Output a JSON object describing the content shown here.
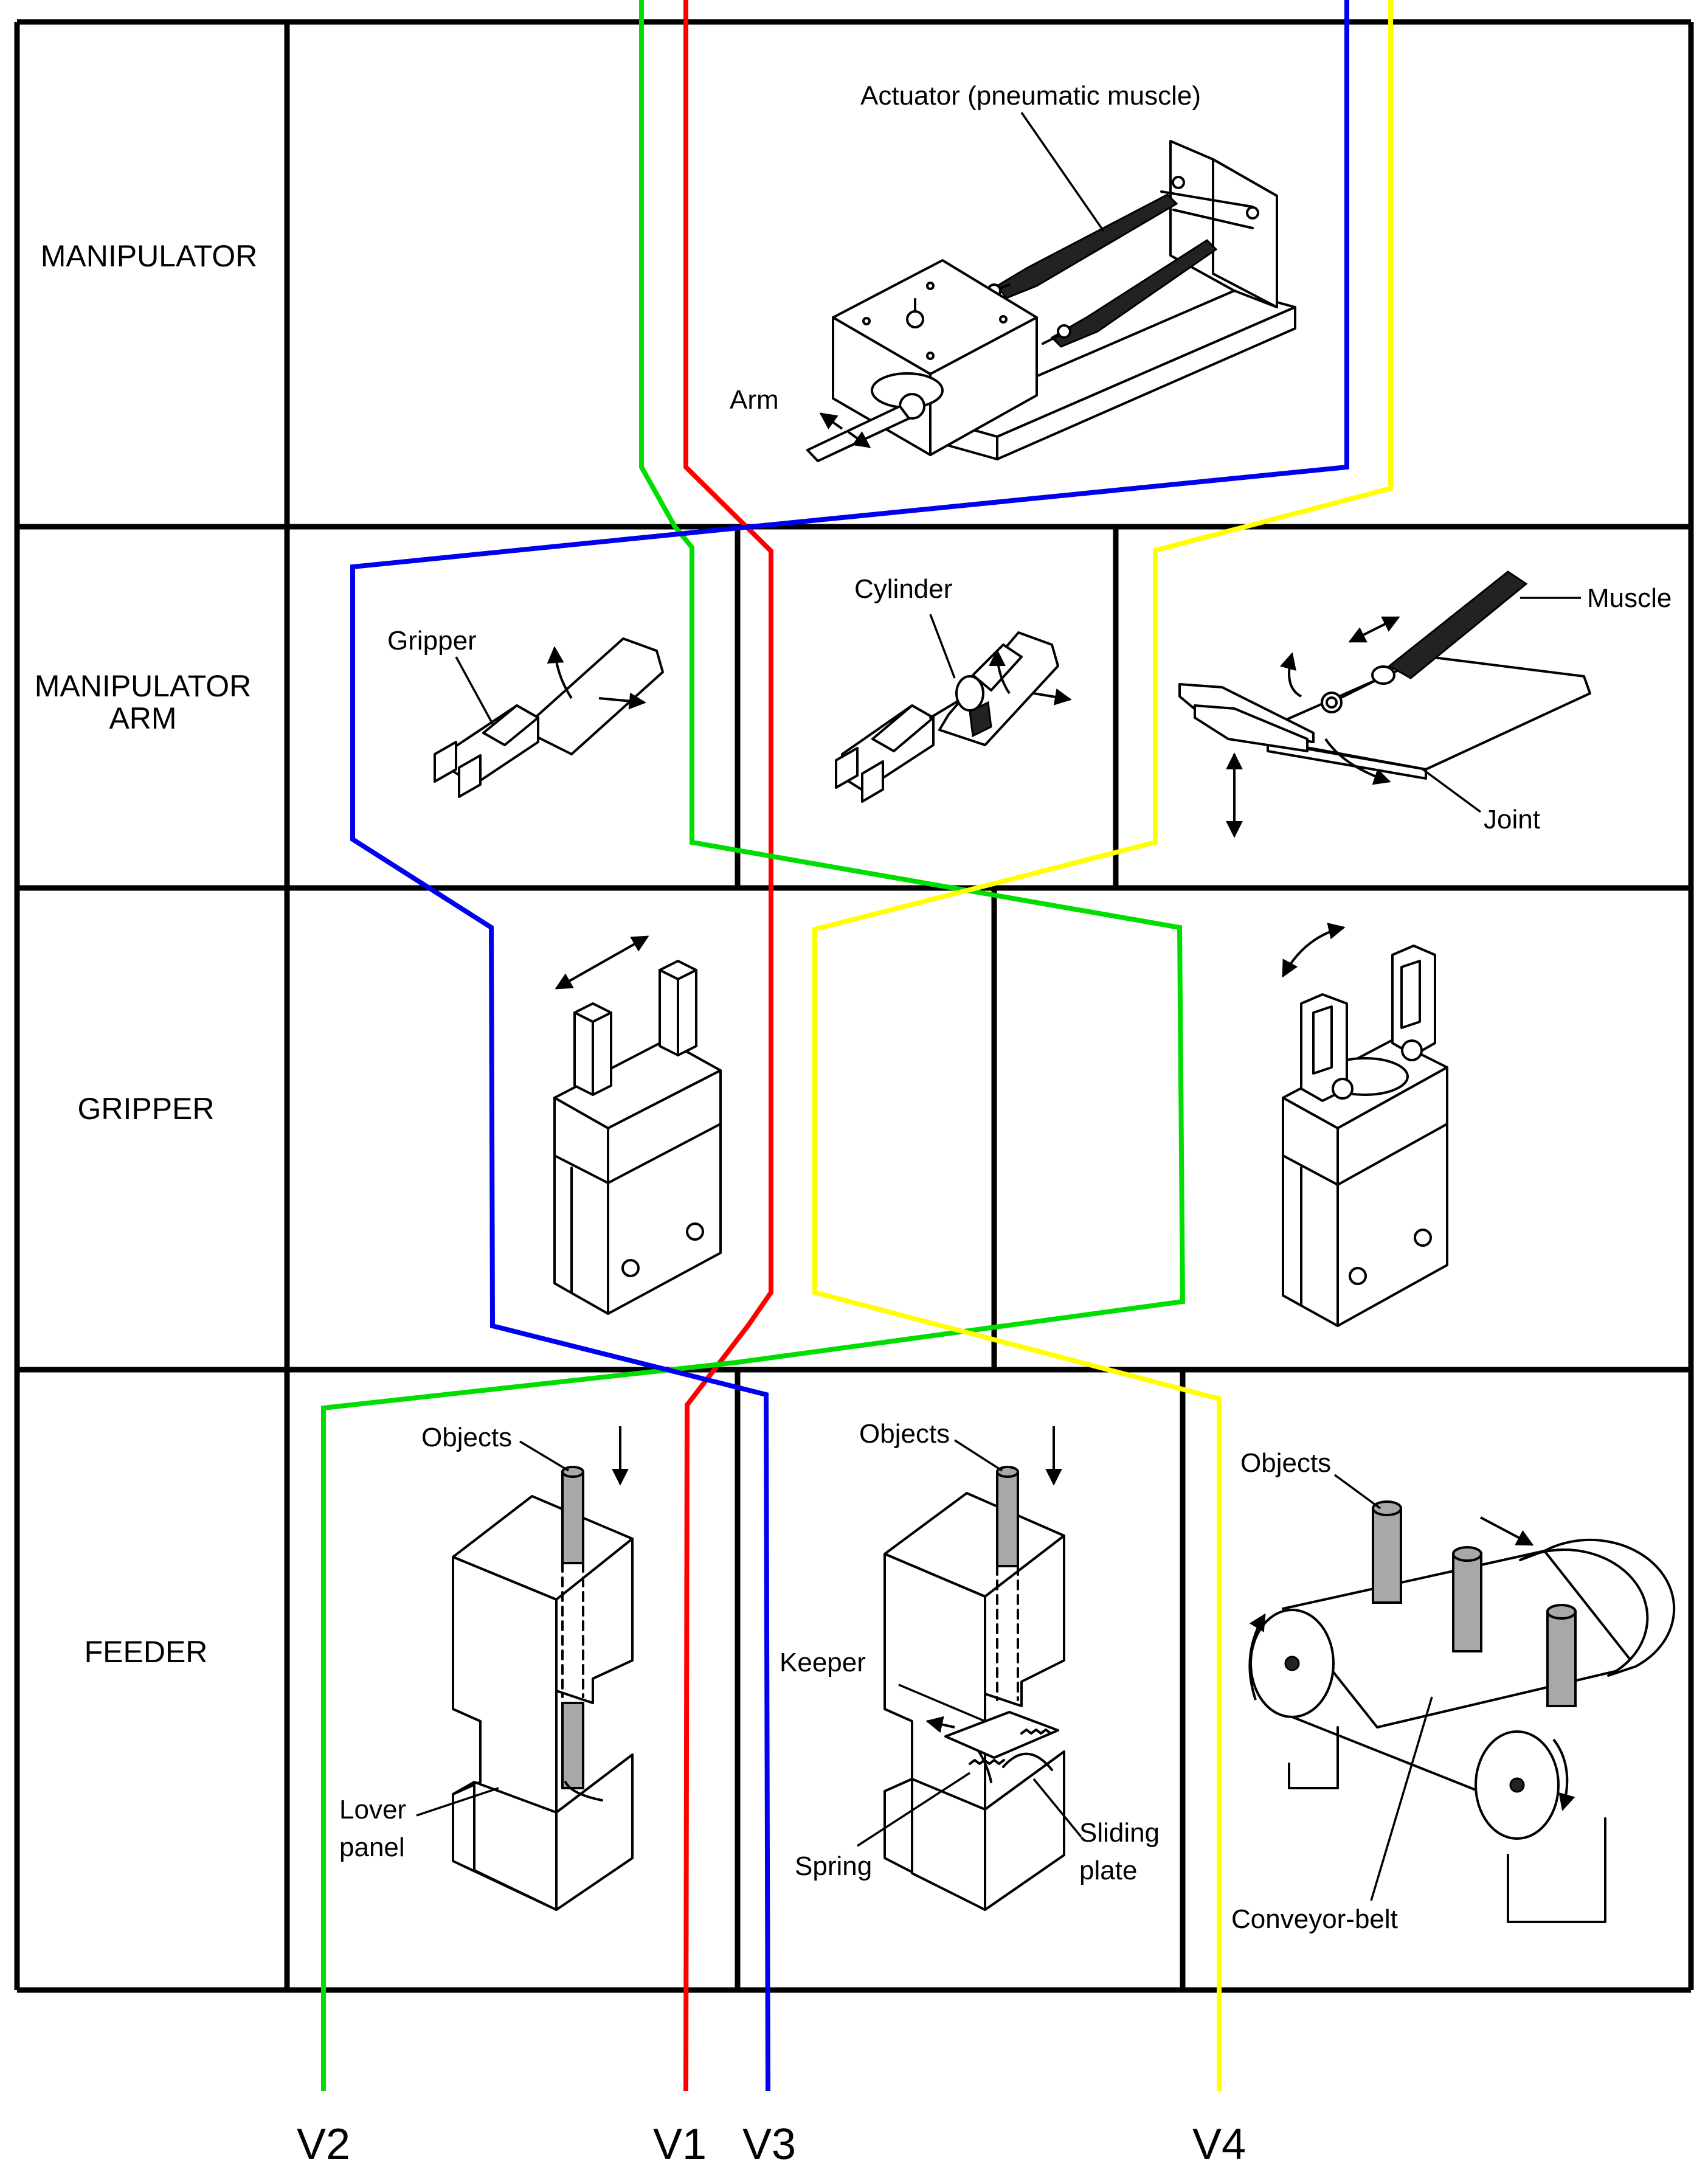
{
  "rows": {
    "manipulator": "MANIPULATOR",
    "manipulator_arm_line1": "MANIPULATOR",
    "manipulator_arm_line2": "ARM",
    "gripper": "GRIPPER",
    "feeder": "FEEDER"
  },
  "parts": {
    "actuator": "Actuator (pneumatic muscle)",
    "arm": "Arm",
    "gripper": "Gripper",
    "cylinder": "Cylinder",
    "muscle": "Muscle",
    "joint": "Joint",
    "objects_1": "Objects",
    "objects_2": "Objects",
    "objects_3": "Objects",
    "lover_panel_line1": "Lover",
    "lover_panel_line2": "panel",
    "keeper": "Keeper",
    "spring": "Spring",
    "sliding_plate_line1": "Sliding",
    "sliding_plate_line2": "plate",
    "conveyor_belt": "Conveyor-belt"
  },
  "variants": [
    {
      "label": "V1",
      "color": "#ff0000"
    },
    {
      "label": "V2",
      "color": "#00dd00"
    },
    {
      "label": "V3",
      "color": "#0000ee"
    },
    {
      "label": "V4",
      "color": "#ffff00"
    }
  ]
}
